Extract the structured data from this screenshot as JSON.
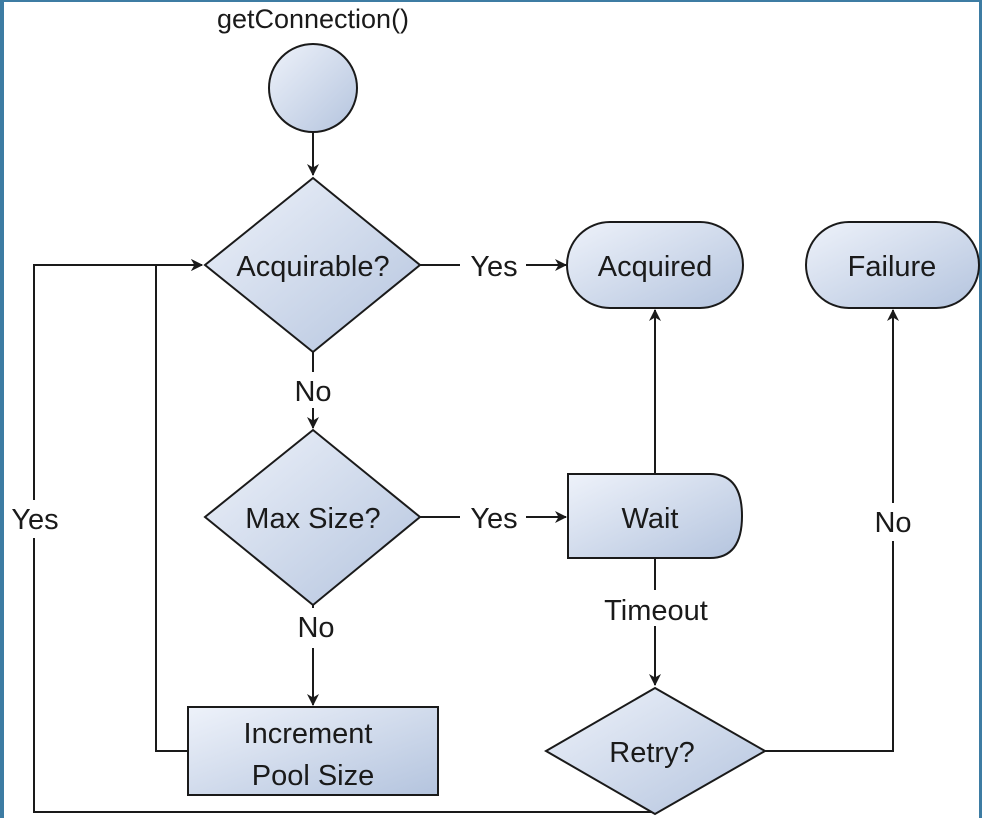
{
  "diagram": {
    "start_label": "getConnection()",
    "nodes": {
      "acquirable": "Acquirable?",
      "acquired": "Acquired",
      "failure": "Failure",
      "max_size": "Max Size?",
      "wait": "Wait",
      "increment_line1": "Increment",
      "increment_line2": "Pool Size",
      "retry": "Retry?"
    },
    "edges": {
      "acquirable_yes": "Yes",
      "acquirable_no": "No",
      "max_size_yes": "Yes",
      "max_size_no": "No",
      "wait_timeout": "Timeout",
      "retry_no": "No",
      "retry_yes": "Yes"
    }
  },
  "colors": {
    "frame": "#3d7ca3",
    "shape_fill_light": "#eef2fa",
    "shape_fill_dark": "#b4c4de",
    "stroke": "#1a1a1a"
  }
}
